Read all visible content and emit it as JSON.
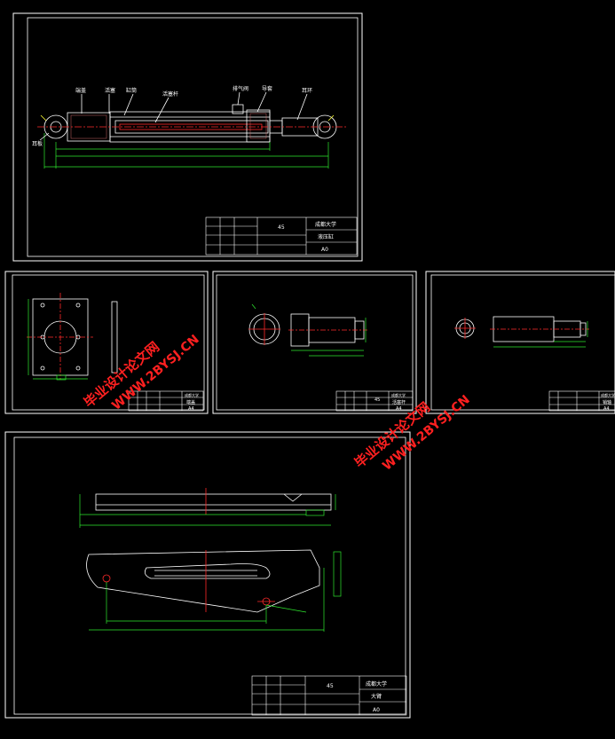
{
  "sheet1": {
    "title": "液压缸",
    "material": "45",
    "scale": "A0",
    "company": "成都大学",
    "labels": [
      "端盖",
      "活塞",
      "缸筒",
      "活塞杆",
      "排气阀",
      "导套",
      "耳环",
      "耳板"
    ]
  },
  "sheet2": {
    "title": "端盖",
    "scale": "A4",
    "company": "成都大学"
  },
  "sheet3": {
    "title": "活塞杆",
    "scale": "A4",
    "company": "成都大学",
    "material": "45"
  },
  "sheet4": {
    "title": "销轴",
    "scale": "A4",
    "company": "成都大学"
  },
  "sheet5": {
    "title": "大臂",
    "material": "45",
    "scale": "A0",
    "company": "成都大学"
  },
  "watermark": {
    "cn": "毕业设计论文网",
    "url": "WWW.2BYSJ.CN"
  }
}
